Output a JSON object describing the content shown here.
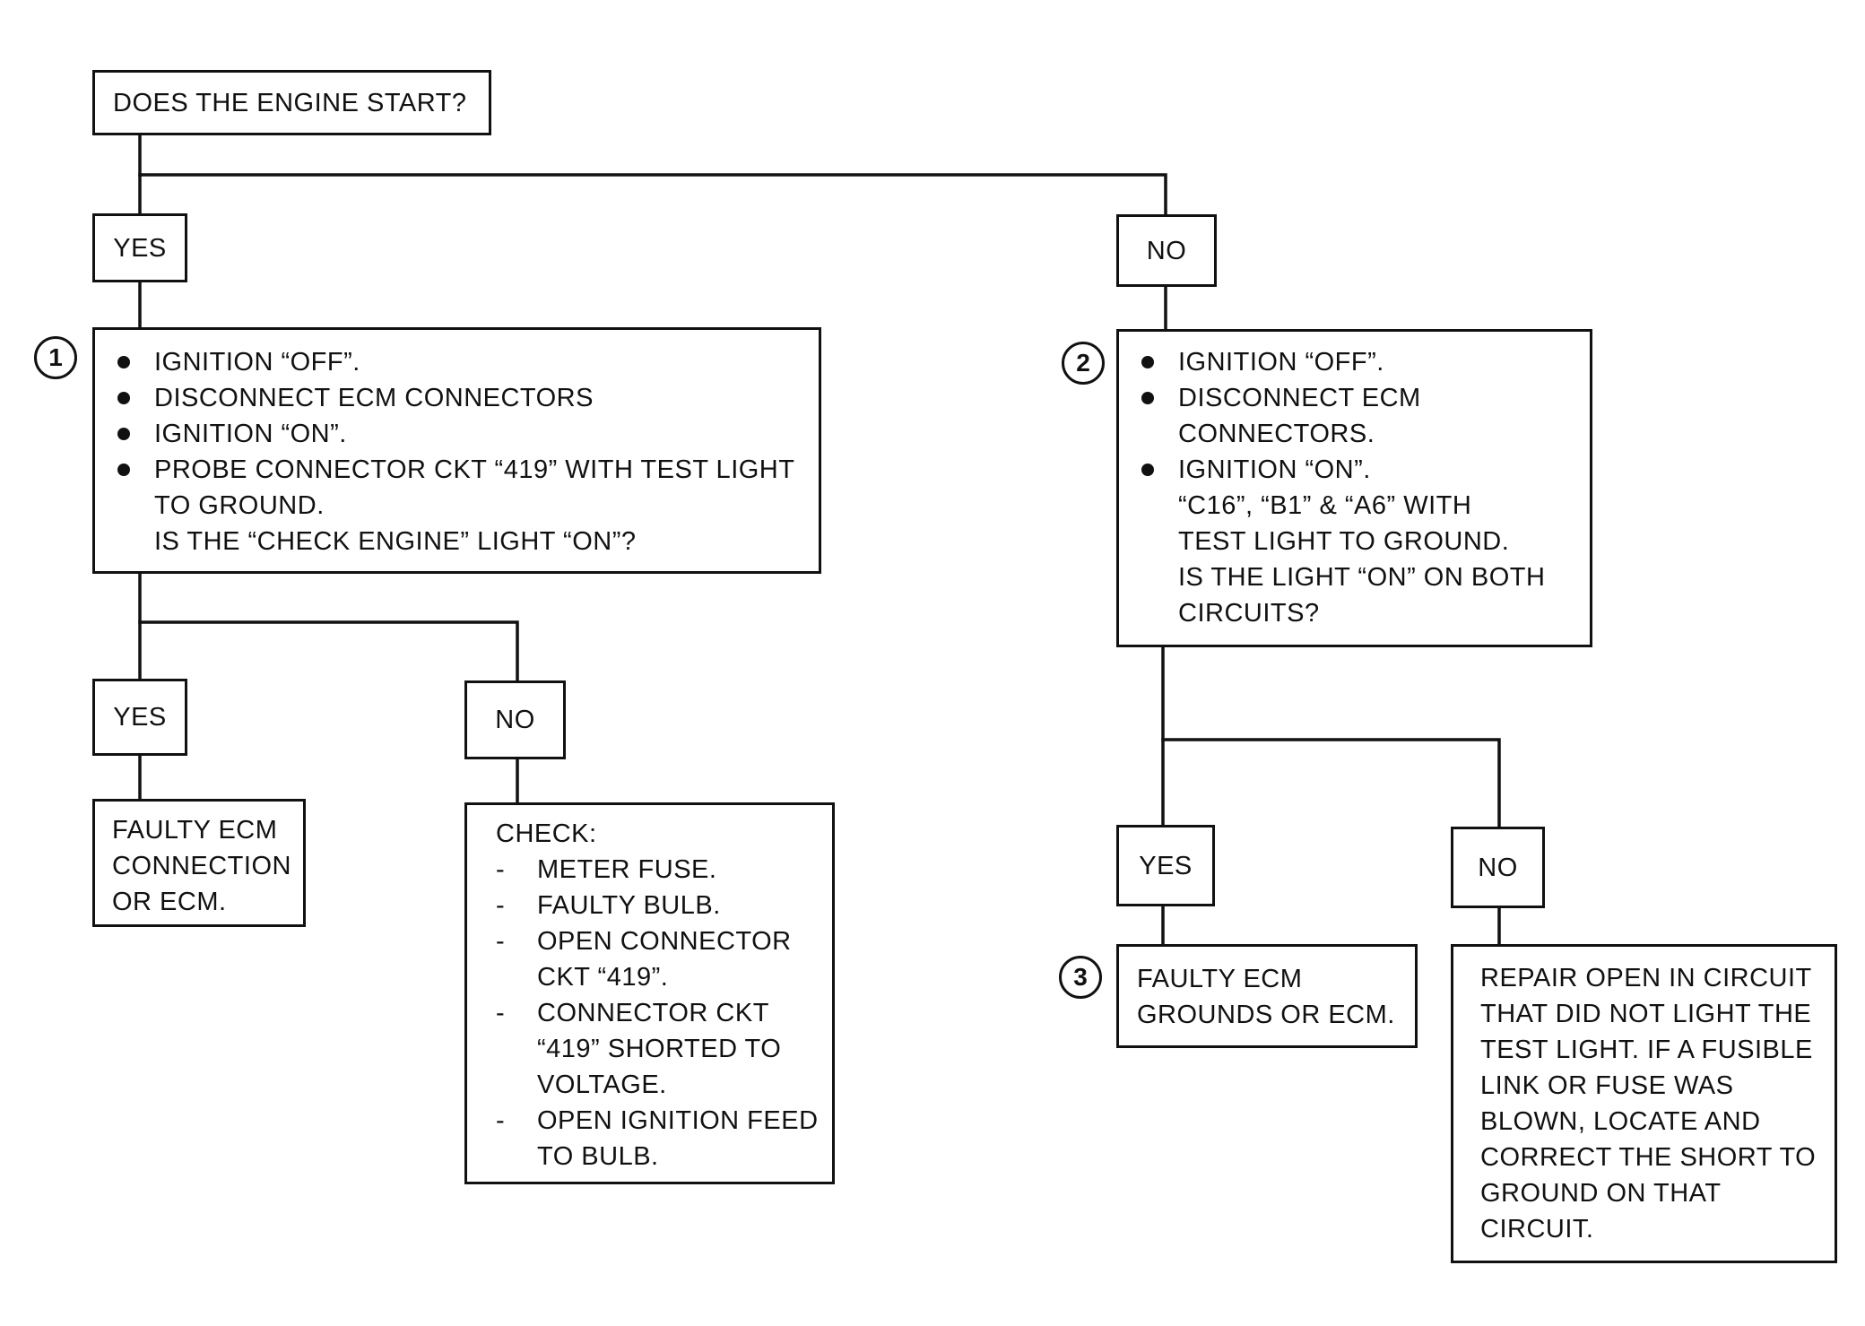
{
  "question": {
    "text": "DOES THE ENGINE START?"
  },
  "start_yes": {
    "label": "YES"
  },
  "start_no": {
    "label": "NO"
  },
  "step1": {
    "number": "1",
    "bullets": [
      "IGNITION “OFF”.",
      "DISCONNECT ECM CONNECTORS",
      "IGNITION “ON”.",
      "PROBE CONNECTOR CKT “419” WITH TEST LIGHT"
    ],
    "continuation": [
      "TO GROUND.",
      "IS THE “CHECK ENGINE” LIGHT “ON”?"
    ]
  },
  "step1_yes": {
    "label": "YES"
  },
  "step1_no": {
    "label": "NO"
  },
  "faulty_ecm_1": {
    "lines": [
      "FAULTY ECM",
      "CONNECTION",
      "OR ECM."
    ]
  },
  "check": {
    "title": "CHECK:",
    "items": [
      [
        "METER FUSE."
      ],
      [
        "FAULTY BULB."
      ],
      [
        "OPEN CONNECTOR",
        "CKT “419”."
      ],
      [
        "CONNECTOR CKT",
        "“419” SHORTED TO",
        "VOLTAGE."
      ],
      [
        "OPEN IGNITION FEED",
        "TO BULB."
      ]
    ]
  },
  "step2": {
    "number": "2",
    "bullet1": "IGNITION “OFF”.",
    "bullet2": [
      "DISCONNECT ECM",
      "CONNECTORS."
    ],
    "bullet3": "IGNITION “ON”.",
    "continuation": [
      "“C16”, “B1” & “A6” WITH",
      "TEST LIGHT TO GROUND.",
      "IS THE LIGHT “ON” ON BOTH",
      "CIRCUITS?"
    ]
  },
  "step2_yes": {
    "label": "YES"
  },
  "step2_no": {
    "label": "NO"
  },
  "step3": {
    "number": "3",
    "lines": [
      "FAULTY ECM",
      "GROUNDS OR ECM."
    ]
  },
  "repair": {
    "lines": [
      "REPAIR OPEN IN CIRCUIT",
      "THAT DID NOT LIGHT THE",
      "TEST LIGHT. IF A FUSIBLE",
      "LINK OR FUSE WAS",
      "BLOWN, LOCATE AND",
      "CORRECT THE SHORT TO",
      "GROUND ON THAT",
      "CIRCUIT."
    ]
  }
}
